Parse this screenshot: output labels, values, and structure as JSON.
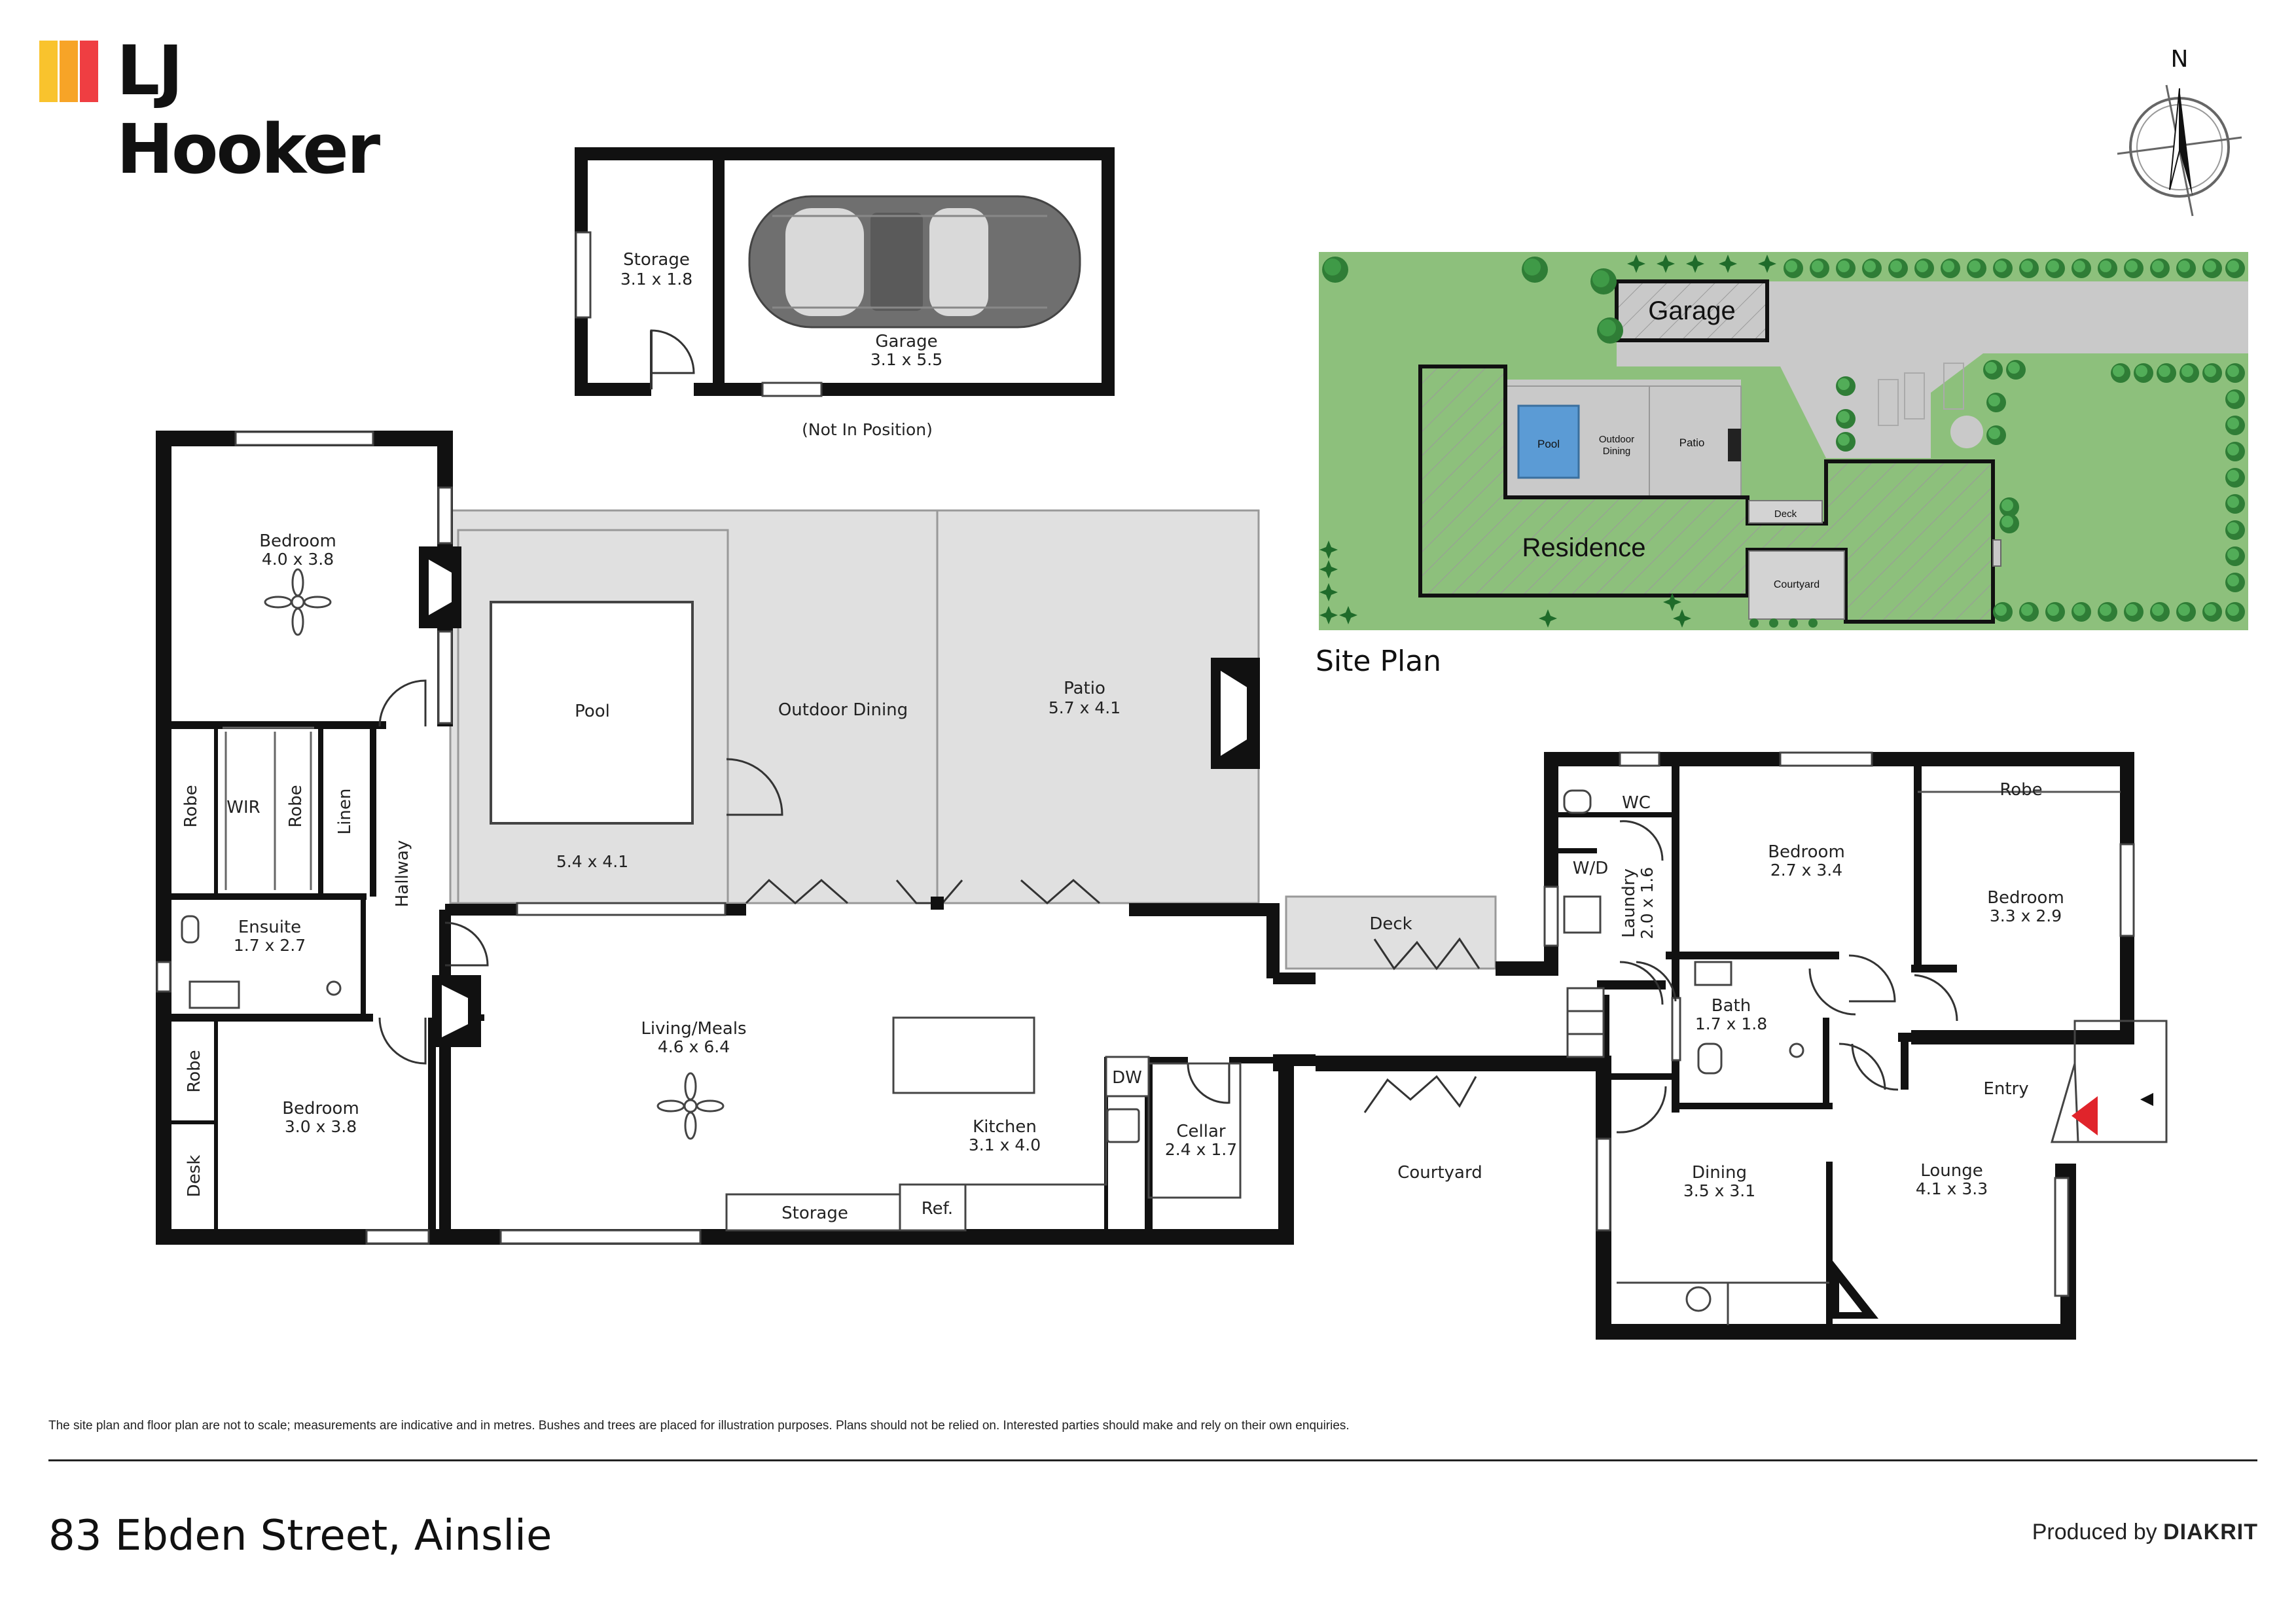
{
  "brand": {
    "name": "LJ Hooker",
    "bar_colors": [
      "#f9c32d",
      "#f7a427",
      "#ef3e42"
    ]
  },
  "compass": {
    "label": "N"
  },
  "site_plan": {
    "title": "Site Plan",
    "labels": {
      "garage": "Garage",
      "pool": "Pool",
      "outdoor_dining": [
        "Outdoor",
        "Dining"
      ],
      "patio": "Patio",
      "deck": "Deck",
      "residence": "Residence",
      "courtyard": "Courtyard"
    },
    "colors": {
      "lawn": "#8dc07c",
      "paving": "#c9c9c9",
      "pool": "#5b9bd5",
      "hedge": "#2f7d36"
    }
  },
  "outbuilding": {
    "note": "(Not In Position)",
    "storage": {
      "name": "Storage",
      "size": "3.1 x 1.8"
    },
    "garage": {
      "name": "Garage",
      "size": "3.1 x 5.5"
    }
  },
  "rooms": {
    "bedroom1": {
      "name": "Bedroom",
      "size": "4.0 x 3.8"
    },
    "wir": "WIR",
    "robe": "Robe",
    "linen": "Linen",
    "hallway": "Hallway",
    "ensuite": {
      "name": "Ensuite",
      "size": "1.7 x 2.7"
    },
    "bedroom2": {
      "name": "Bedroom",
      "size": "3.0 x 3.8"
    },
    "desk": "Desk",
    "pool": {
      "name": "Pool",
      "size": "5.4 x 4.1"
    },
    "outdoor_dining": "Outdoor Dining",
    "patio": {
      "name": "Patio",
      "size": "5.7 x 4.1"
    },
    "living": {
      "name": "Living/Meals",
      "size": "4.6 x 6.4"
    },
    "kitchen": {
      "name": "Kitchen",
      "size": "3.1 x 4.0"
    },
    "storage": "Storage",
    "ref": "Ref.",
    "dw": "DW",
    "cellar": {
      "name": "Cellar",
      "size": "2.4 x 1.7"
    },
    "deck": "Deck",
    "courtyard": "Courtyard",
    "wc": "WC",
    "wd": "W/D",
    "laundry": {
      "name": "Laundry",
      "size": "2.0 x 1.6"
    },
    "bedroom3": {
      "name": "Bedroom",
      "size": "2.7 x 3.4"
    },
    "bedroom4": {
      "name": "Bedroom",
      "size": "3.3 x 2.9"
    },
    "robe2": "Robe",
    "bath": {
      "name": "Bath",
      "size": "1.7 x 1.8"
    },
    "entry": "Entry",
    "dining": {
      "name": "Dining",
      "size": "3.5 x 3.1"
    },
    "lounge": {
      "name": "Lounge",
      "size": "4.1 x 3.3"
    }
  },
  "footer": {
    "disclaimer": "The site plan and floor plan are not to scale; measurements are indicative and in metres. Bushes and trees are placed for illustration purposes. Plans should not be relied on. Interested parties should make and rely on their own enquiries.",
    "address": "83 Ebden Street, Ainslie",
    "produced_by": "Produced by",
    "producer": "DIAKRIT"
  }
}
